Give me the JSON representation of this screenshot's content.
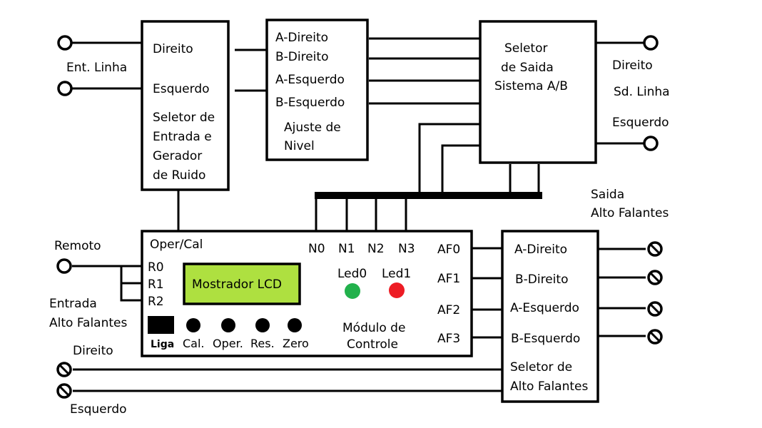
{
  "input_block": {
    "label_direito": "Direito",
    "label_esquerdo": "Esquerdo",
    "title_lines": [
      "Seletor de",
      "Entrada e",
      "Gerador",
      "de Ruido"
    ],
    "terminal_label": "Ent. Linha"
  },
  "level_block": {
    "channels": [
      "A-Direito",
      "B-Direito",
      "A-Esquerdo",
      "B-Esquerdo"
    ],
    "title_lines": [
      "Ajuste de",
      "Nivel"
    ]
  },
  "output_block": {
    "title_lines": [
      "Seletor",
      "de Saida",
      "Sistema A/B"
    ],
    "label_direito": "Direito",
    "label_sd": "Sd. Linha",
    "label_esquerdo": "Esquerdo"
  },
  "speaker_output": {
    "label_lines": [
      "Saida",
      "Alto Falantes"
    ]
  },
  "control_module": {
    "oper_label": "Oper/Cal",
    "remote_label": "Remoto",
    "r_pins": [
      "R0",
      "R1",
      "R2"
    ],
    "n_pins": [
      "N0",
      "N1",
      "N2",
      "N3"
    ],
    "af_pins": [
      "AF0",
      "AF1",
      "AF2",
      "AF3"
    ],
    "lcd_label": "Mostrador LCD",
    "lcd_color": "#aee040",
    "leds": [
      {
        "label": "Led0",
        "color": "#22b14c"
      },
      {
        "label": "Led1",
        "color": "#ed1c24"
      }
    ],
    "power_label": "Liga",
    "buttons": [
      "Cal.",
      "Oper.",
      "Res.",
      "Zero"
    ],
    "title_lines": [
      "Módulo de",
      "Controle"
    ],
    "entrada_lines": [
      "Entrada",
      "Alto Falantes"
    ]
  },
  "speaker_selector": {
    "channels": [
      "A-Direito",
      "B-Direito",
      "A-Esquerdo",
      "B-Esquerdo"
    ],
    "title_lines": [
      "Seletor de",
      "Alto Falantes"
    ]
  },
  "speaker_input": {
    "label_direito": "Direito",
    "label_esquerdo": "Esquerdo"
  }
}
